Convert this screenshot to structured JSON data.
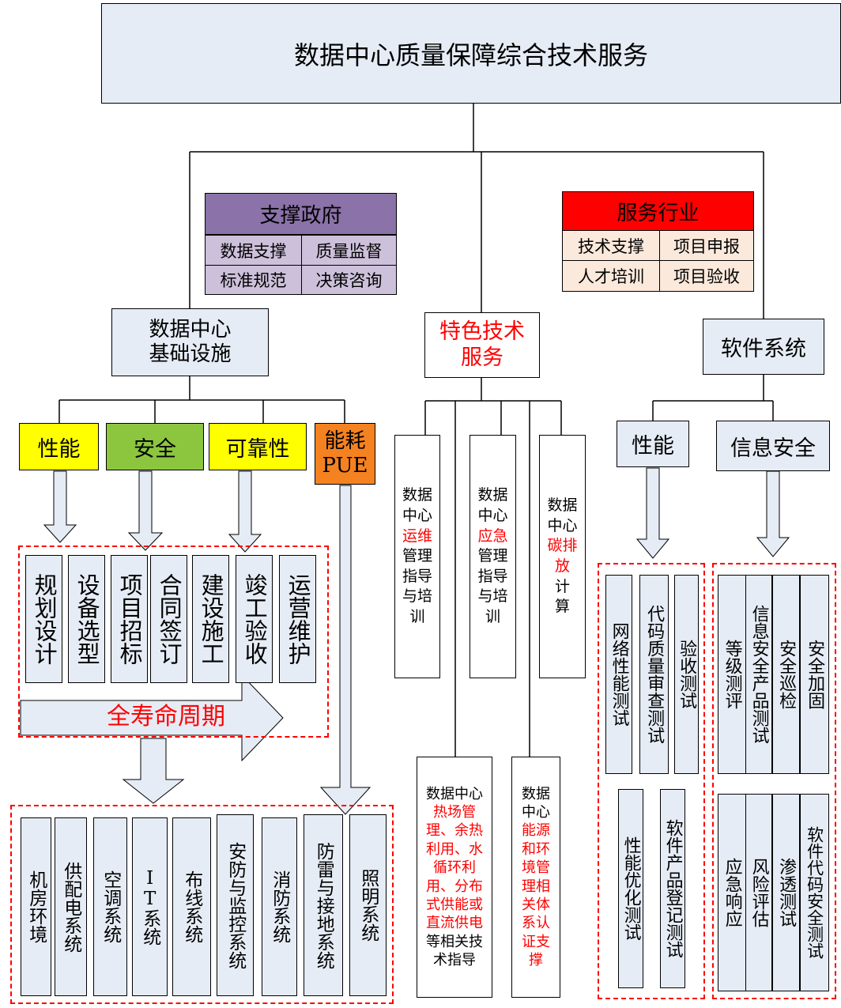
{
  "title": "数据中心质量保障综合技术服务",
  "support_gov": {
    "header": "支撑政府",
    "cells": [
      "数据支撑",
      "质量监督",
      "标准规范",
      "决策咨询"
    ],
    "colors": {
      "header": "#8b72a8",
      "cell": "#ccc0da"
    }
  },
  "serve_industry": {
    "header": "服务行业",
    "cells": [
      "技术支撑",
      "项目申报",
      "人才培训",
      "项目验收"
    ],
    "colors": {
      "header": "#ff0000",
      "cell": "#fbe9dc"
    }
  },
  "infra": {
    "title_line1": "数据中心",
    "title_line2": "基础设施",
    "categories": [
      {
        "label": "性能",
        "color": "#ffff00"
      },
      {
        "label": "安全",
        "color": "#8cc63f"
      },
      {
        "label": "可靠性",
        "color": "#ffff00"
      },
      {
        "label_line1": "能耗",
        "label_line2": "PUE",
        "color": "#f58220"
      }
    ],
    "lifecycle": [
      "规划设计",
      "设备选型",
      "项目招标",
      "合同签订",
      "建设施工",
      "竣工验收",
      "运营维护"
    ],
    "lifecycle_label": "全寿命周期",
    "systems": [
      "机房环境",
      "供配电系统",
      "空调系统",
      "IT系统",
      "布线系统",
      "安防与监控系统",
      "消防系统",
      "防雷与接地系统",
      "照明系统"
    ]
  },
  "special": {
    "title_line1": "特色技术",
    "title_line2": "服务",
    "items": [
      {
        "lines": [
          [
            "数据",
            ""
          ],
          [
            "中心",
            ""
          ],
          [
            "",
            "运维"
          ],
          [
            "管理",
            ""
          ],
          [
            "指导",
            ""
          ],
          [
            "与培",
            ""
          ],
          [
            "训",
            ""
          ]
        ]
      },
      {
        "lines": [
          [
            "数据",
            ""
          ],
          [
            "中心",
            ""
          ],
          [
            "",
            "应急"
          ],
          [
            "管理",
            ""
          ],
          [
            "指导",
            ""
          ],
          [
            "与培",
            ""
          ],
          [
            "训",
            ""
          ]
        ]
      },
      {
        "lines": [
          [
            "数据",
            ""
          ],
          [
            "中心",
            ""
          ],
          [
            "",
            "碳排"
          ],
          [
            "",
            "放"
          ],
          [
            "计",
            ""
          ],
          [
            "算",
            ""
          ]
        ]
      },
      {
        "lines": [
          [
            "数据中心",
            ""
          ],
          [
            "",
            "热场管"
          ],
          [
            "",
            "理、余热"
          ],
          [
            "",
            "利用、水"
          ],
          [
            "",
            "循环利"
          ],
          [
            "",
            "用、分布"
          ],
          [
            "",
            "式供能或"
          ],
          [
            "",
            "直流供电"
          ],
          [
            "等相关技",
            ""
          ],
          [
            "术指导",
            ""
          ]
        ]
      },
      {
        "lines": [
          [
            "数据",
            ""
          ],
          [
            "中心",
            ""
          ],
          [
            "",
            "能源"
          ],
          [
            "",
            "和环"
          ],
          [
            "",
            "境管"
          ],
          [
            "",
            "理相"
          ],
          [
            "",
            "关体"
          ],
          [
            "",
            "系认"
          ],
          [
            "",
            "证支"
          ],
          [
            "",
            "撑"
          ]
        ]
      }
    ]
  },
  "software": {
    "title": "软件系统",
    "categories": [
      "性能",
      "信息安全"
    ],
    "perf_items": [
      "网络性能测试",
      "代码质量审查测试",
      "验收测试",
      "性能优化测试",
      "软件产品登记测试"
    ],
    "sec_items": [
      "等级测评",
      "信息安全产品测试",
      "安全巡检",
      "安全加固",
      "应急响应",
      "风险评估",
      "渗透测试",
      "软件代码安全测试"
    ]
  }
}
